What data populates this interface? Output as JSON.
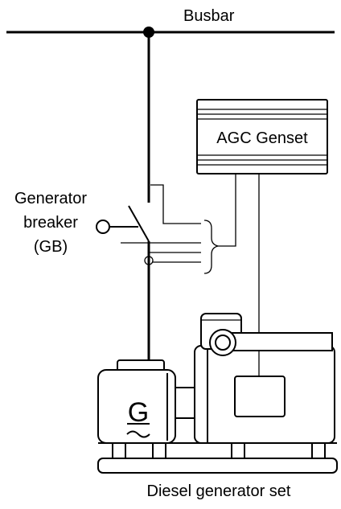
{
  "labels": {
    "busbar": "Busbar",
    "controller": "AGC Genset",
    "breaker_line1": "Generator",
    "breaker_line2": "breaker",
    "breaker_line3": "(GB)",
    "generator_symbol": "G",
    "generator_wave": "~",
    "caption": "Diesel generator set"
  },
  "colors": {
    "line": "#000000",
    "background": "#ffffff"
  }
}
